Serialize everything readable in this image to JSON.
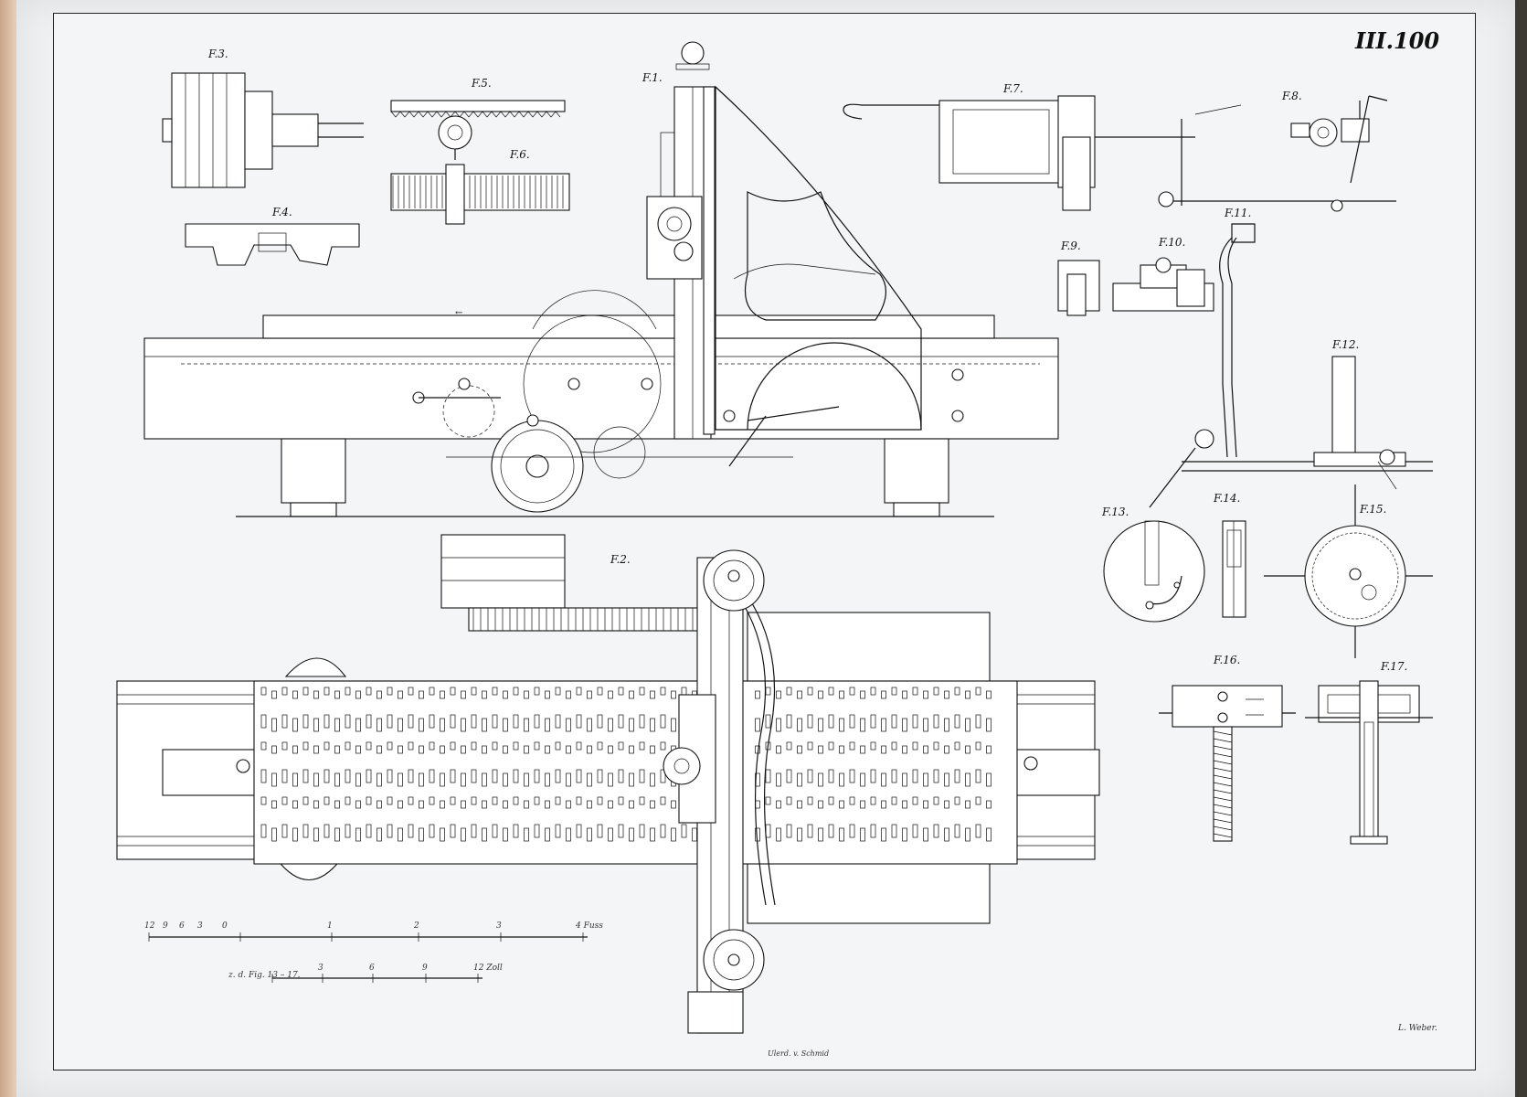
{
  "plate": {
    "number": "III.100"
  },
  "figures": [
    {
      "id": "f1",
      "label": "F.1."
    },
    {
      "id": "f2",
      "label": "F.2."
    },
    {
      "id": "f3",
      "label": "F.3."
    },
    {
      "id": "f4",
      "label": "F.4."
    },
    {
      "id": "f5",
      "label": "F.5."
    },
    {
      "id": "f6",
      "label": "F.6."
    },
    {
      "id": "f7",
      "label": "F.7."
    },
    {
      "id": "f8",
      "label": "F.8."
    },
    {
      "id": "f9",
      "label": "F.9."
    },
    {
      "id": "f10",
      "label": "F.10."
    },
    {
      "id": "f11",
      "label": "F.11."
    },
    {
      "id": "f12",
      "label": "F.12."
    },
    {
      "id": "f13",
      "label": "F.13."
    },
    {
      "id": "f14",
      "label": "F.14."
    },
    {
      "id": "f15",
      "label": "F.15."
    },
    {
      "id": "f16",
      "label": "F.16."
    },
    {
      "id": "f17",
      "label": "F.17."
    }
  ],
  "scale_feet": {
    "ticks": [
      "12",
      "9",
      "6",
      "3",
      "0",
      "1",
      "2",
      "3",
      "4 Fuss"
    ]
  },
  "scale_inches": {
    "prefix": "z. d. Fig. 13 – 17.",
    "ticks": [
      "3",
      "6",
      "9",
      "12 Zoll"
    ]
  },
  "credits": {
    "engraver": "Ulerd. v. Schmid",
    "artist": "L. Weber."
  },
  "arrow_note": "←"
}
